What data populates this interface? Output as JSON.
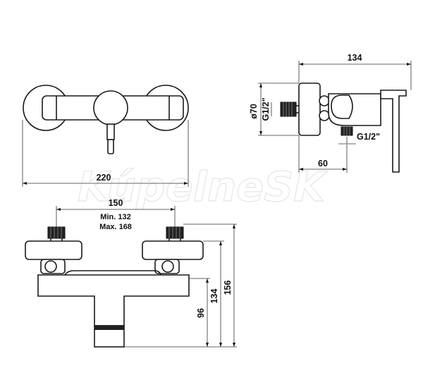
{
  "watermark": "KúpelneSK",
  "front_view": {
    "width_dim": "220"
  },
  "side_view": {
    "depth_dim": "134",
    "diameter_dim": "ø70",
    "inlet_thread": "G1/2\"",
    "outlet_thread": "G1/2\"",
    "outlet_dim": "60"
  },
  "bottom_view": {
    "spacing_dim": "150",
    "spacing_min": "Min. 132",
    "spacing_max": "Max. 168",
    "height_96": "96",
    "height_134": "134",
    "height_156": "156"
  }
}
